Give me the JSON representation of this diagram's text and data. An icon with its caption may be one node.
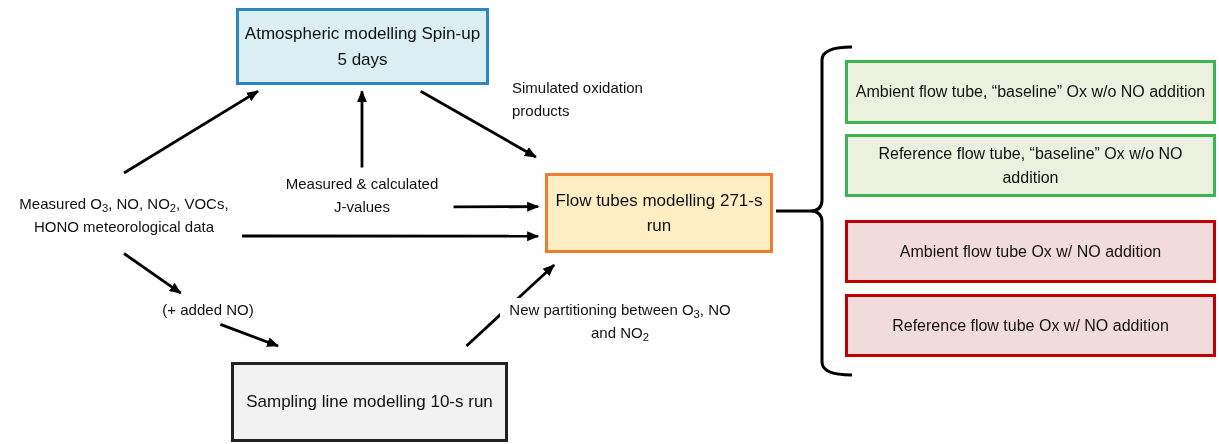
{
  "diagram": {
    "nodes": [
      {
        "text": [
          "Atmospheric modelling Spin-up 5 days"
        ]
      },
      {
        "text": [
          "Measured O$_{3}$, NO, NO$_{2}$, VOCs, HONO meteorological data"
        ]
      },
      {
        "text": [
          "Measured & calculated J-values"
        ]
      },
      {
        "text": [
          "Flow tubes modelling 271-s run"
        ]
      },
      {
        "text": [
          "(+ added NO)"
        ]
      },
      {
        "text": [
          "Sampling line modelling 10-s run"
        ]
      },
      {
        "text": [
          "Ambient flow tube, “baseline” Ox w/o NO addition"
        ]
      },
      {
        "text": [
          "Reference flow tube, “baseline” Ox w/o NO addition"
        ]
      },
      {
        "text": [
          "Ambient flow tube Ox w/ NO addition"
        ]
      },
      {
        "text": [
          "Reference flow tube Ox w/ NO addition"
        ]
      }
    ],
    "edges": [
      {
        "from": 1,
        "to": 0,
        "arrow": "to"
      },
      {
        "from": 2,
        "to": 0,
        "arrow": "to"
      },
      {
        "from": 0,
        "to": 3,
        "arrow": "to",
        "label": "Simulated oxidation products"
      },
      {
        "from": 2,
        "to": 3,
        "arrow": "to"
      },
      {
        "from": 1,
        "to": 3,
        "arrow": "to"
      },
      {
        "from": 1,
        "to": 4,
        "arrow": "to"
      },
      {
        "from": 4,
        "to": 5,
        "arrow": "to"
      },
      {
        "from": 5,
        "to": 3,
        "arrow": "to",
        "label": "New partitioning between O$_{3}$, NO and NO$_{2}$"
      }
    ]
  }
}
